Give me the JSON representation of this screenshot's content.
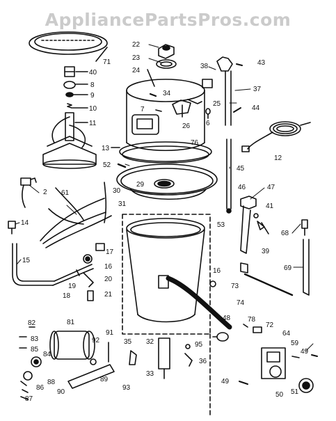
{
  "watermark": "AppliancePartsPros.com",
  "colors": {
    "ink": "#111111",
    "paper": "#ffffff",
    "watermark": "#a0a0a0"
  },
  "callouts": [
    "71",
    "22",
    "23",
    "24",
    "40",
    "8",
    "9",
    "10",
    "11",
    "43",
    "38",
    "34",
    "37",
    "25",
    "7",
    "26",
    "6",
    "44",
    "76",
    "13",
    "12",
    "52",
    "45",
    "29",
    "30",
    "46",
    "47",
    "2",
    "61",
    "31",
    "41",
    "53",
    "68",
    "39",
    "14",
    "15",
    "17",
    "16",
    "18",
    "19",
    "20",
    "21",
    "69",
    "16",
    "73",
    "74",
    "48",
    "78",
    "72",
    "64",
    "82",
    "81",
    "91",
    "83",
    "85",
    "92",
    "84",
    "35",
    "32",
    "95",
    "59",
    "49",
    "36",
    "89",
    "88",
    "86",
    "90",
    "33",
    "93",
    "87",
    "49",
    "50",
    "51"
  ]
}
